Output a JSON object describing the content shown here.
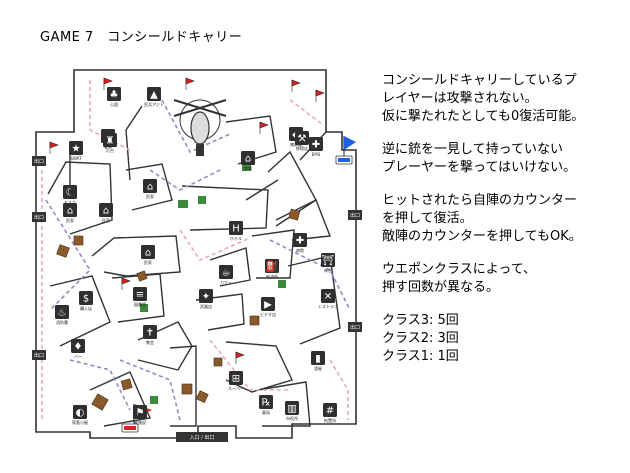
{
  "header": {
    "title": "GAME 7　コンシールドキャリー"
  },
  "rules": {
    "para1": [
      "コンシールドキャリーしているプ",
      "レイヤーは攻撃されない。",
      "仮に撃たれたとしても0復活可能。"
    ],
    "para2": [
      "逆に銃を一見して持っていない",
      "プレーヤーを撃ってはいけない。"
    ],
    "para3": [
      "ヒットされたら自陣のカウンター",
      "を押して復活。",
      "敵陣のカウンターを押してもOK。"
    ],
    "para4": [
      "ウエポンクラスによって、",
      "押す回数が異なる。"
    ],
    "classes": [
      "クラス3: 5回",
      "クラス2: 3回",
      "クラス1: 1回"
    ]
  },
  "map": {
    "colors": {
      "wall": "#333333",
      "building": "#2f2f2f",
      "route_pink": "#e8a6c8",
      "route_purple": "#9b86c9",
      "crate": "#8b5a2b",
      "bush": "#3a8a3a",
      "flag_red": "#e02020",
      "flag_blue": "#2060e0"
    },
    "entrance": "入口 / 出口",
    "gates": [
      "出口",
      "出口",
      "出口",
      "出口",
      "出口"
    ],
    "locations": [
      {
        "id": "loc-1",
        "label": "公園",
        "icon": "park-icon"
      },
      {
        "id": "loc-2",
        "label": "民兵アジト",
        "icon": "tent-icon"
      },
      {
        "id": "loc-3",
        "label": "倉庫",
        "icon": "warehouse-icon"
      },
      {
        "id": "loc-4",
        "label": "雑貨屋",
        "icon": "shop-icon"
      },
      {
        "id": "loc-5",
        "label": "EMS",
        "icon": "ems-icon"
      },
      {
        "id": "loc-6",
        "label": "SWAT",
        "icon": "swat-icon"
      },
      {
        "id": "loc-7",
        "label": "灯台",
        "icon": "tower-icon"
      },
      {
        "id": "loc-8",
        "label": "牧場",
        "icon": "barn-icon"
      },
      {
        "id": "loc-9",
        "label": "民家",
        "icon": "house-icon"
      },
      {
        "id": "loc-10",
        "label": "モスク",
        "icon": "mosque-icon"
      },
      {
        "id": "loc-11",
        "label": "民家",
        "icon": "house-icon"
      },
      {
        "id": "loc-12",
        "label": "民家",
        "icon": "house-icon"
      },
      {
        "id": "loc-13",
        "label": "ホテル",
        "icon": "hotel-icon"
      },
      {
        "id": "loc-14",
        "label": "病院",
        "icon": "hospital-icon"
      },
      {
        "id": "loc-15",
        "label": "神社",
        "icon": "shrine-icon"
      },
      {
        "id": "loc-16",
        "label": "カフェ",
        "icon": "cafe-icon"
      },
      {
        "id": "loc-17",
        "label": "給油所",
        "icon": "gas-icon"
      },
      {
        "id": "loc-18",
        "label": "民家",
        "icon": "house-icon"
      },
      {
        "id": "loc-19",
        "label": "図書館",
        "icon": "book-icon"
      },
      {
        "id": "loc-20",
        "label": "武器店",
        "icon": "gun-icon"
      },
      {
        "id": "loc-21",
        "label": "ビデオ店",
        "icon": "video-icon"
      },
      {
        "id": "loc-22",
        "label": "レストラン",
        "icon": "restaurant-icon"
      },
      {
        "id": "loc-23",
        "label": "消防署",
        "icon": "firestation-icon"
      },
      {
        "id": "loc-24",
        "label": "購入店",
        "icon": "store-icon"
      },
      {
        "id": "loc-25",
        "label": "教会",
        "icon": "church-icon"
      },
      {
        "id": "loc-26",
        "label": "修理店",
        "icon": "repair-icon"
      },
      {
        "id": "loc-27",
        "label": "バー",
        "icon": "bar-icon"
      },
      {
        "id": "loc-28",
        "label": "スーパー",
        "icon": "cart-icon"
      },
      {
        "id": "loc-29",
        "label": "酒屋",
        "icon": "liquor-icon"
      },
      {
        "id": "loc-30",
        "label": "拘置所",
        "icon": "jail-icon"
      },
      {
        "id": "loc-31",
        "label": "薬局",
        "icon": "pharmacy-icon"
      },
      {
        "id": "loc-32",
        "label": "市役所",
        "icon": "cityhall-icon"
      },
      {
        "id": "loc-33",
        "label": "軍施設",
        "icon": "military-icon"
      },
      {
        "id": "loc-34",
        "label": "家畜小屋",
        "icon": "cow-icon"
      }
    ]
  }
}
